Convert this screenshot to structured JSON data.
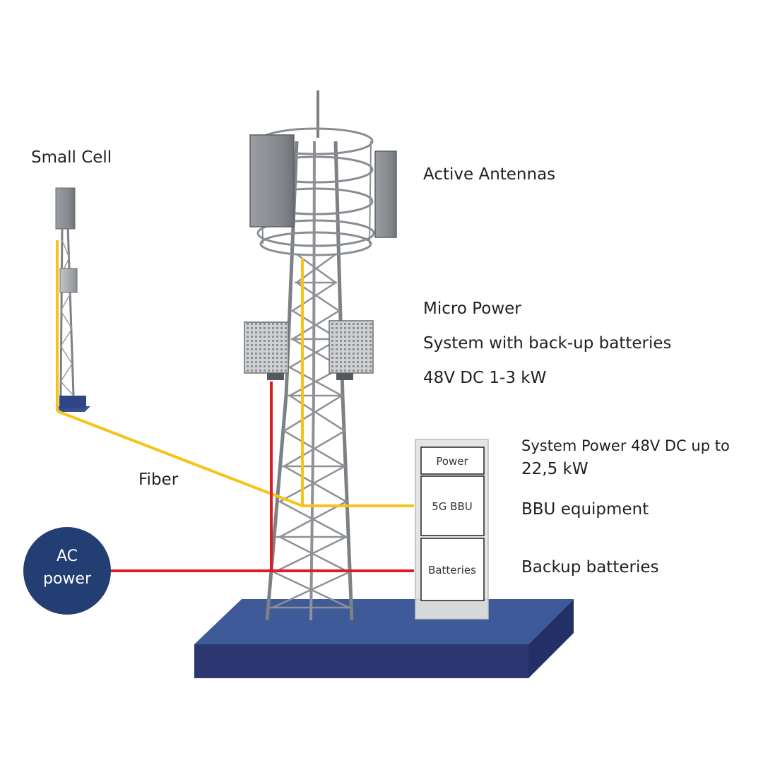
{
  "labels": {
    "small_cell": "Small Cell",
    "active_antennas": "Active Antennas",
    "micro_power": {
      "line1": "Micro Power",
      "line2": "System with back-up batteries",
      "line3": "48V DC 1-3 kW"
    },
    "system_power": {
      "line1": "System  Power  48V  DC  up to",
      "line2": "22,5 kW"
    },
    "bbu_equipment": "BBU equipment",
    "backup_batteries": "Backup batteries",
    "fiber": "Fiber"
  },
  "cabinet": {
    "power": "Power",
    "bbu": "5G BBU",
    "batteries": "Batteries"
  },
  "ac_power": {
    "line1": "AC",
    "line2": "power"
  },
  "colors": {
    "fiber": "#f6c416",
    "power_line": "#e01b24",
    "platform_top": "#3f5a99",
    "platform_front": "#2c3671",
    "platform_side": "#233066",
    "ac_circle": "#233e73",
    "steel": "#7d8084",
    "equipment": "#a7aaad"
  }
}
